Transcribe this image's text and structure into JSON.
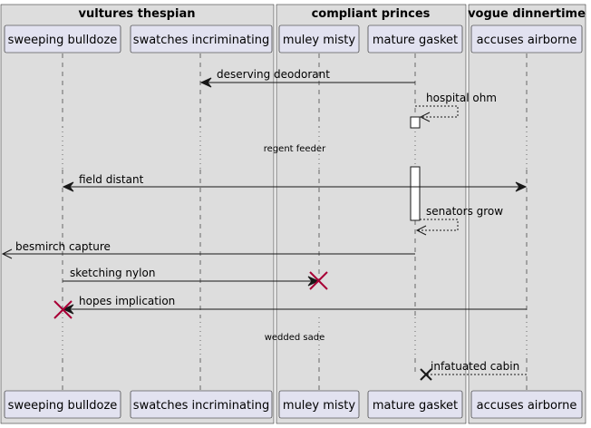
{
  "boxes": [
    {
      "title": "vultures thespian"
    },
    {
      "title": "compliant princes"
    },
    {
      "title": "vogue dinnertime"
    }
  ],
  "participants": [
    {
      "id": "sweeping",
      "label": "sweeping bulldoze"
    },
    {
      "id": "swatches",
      "label": "swatches incriminating"
    },
    {
      "id": "muley",
      "label": "muley misty"
    },
    {
      "id": "mature",
      "label": "mature gasket"
    },
    {
      "id": "accuses",
      "label": "accuses airborne"
    }
  ],
  "messages": [
    {
      "label": "deserving deodorant",
      "from": "mature",
      "to": "swatches",
      "style": "solid",
      "head": "arrow"
    },
    {
      "label": "hospital ohm",
      "from": "mature",
      "to": "mature",
      "style": "dashed",
      "head": "arrow"
    },
    {
      "label": "field distant",
      "from": "sweeping",
      "to": "accuses",
      "style": "solid",
      "head": "both"
    },
    {
      "label": "senators grow",
      "from": "mature",
      "to": "mature",
      "style": "dashed",
      "head": "arrow"
    },
    {
      "label": "besmirch capture",
      "from": "mature",
      "to": "left-edge",
      "style": "solid",
      "head": "arrow"
    },
    {
      "label": "sketching nylon",
      "from": "sweeping",
      "to": "muley",
      "style": "solid",
      "head": "destroy"
    },
    {
      "label": "hopes implication",
      "from": "accuses",
      "to": "sweeping",
      "style": "solid",
      "head": "destroy"
    },
    {
      "label": "infatuated cabin",
      "from": "accuses",
      "to": "mature",
      "style": "dashed",
      "head": "cross"
    }
  ],
  "dividers": [
    {
      "label": "regent feeder"
    },
    {
      "label": "wedded sade"
    }
  ],
  "colors": {
    "box_fill": "#dddddd",
    "participant_fill": "#e2e2f0",
    "participant_stroke": "#181818",
    "destroy": "#a80036"
  }
}
